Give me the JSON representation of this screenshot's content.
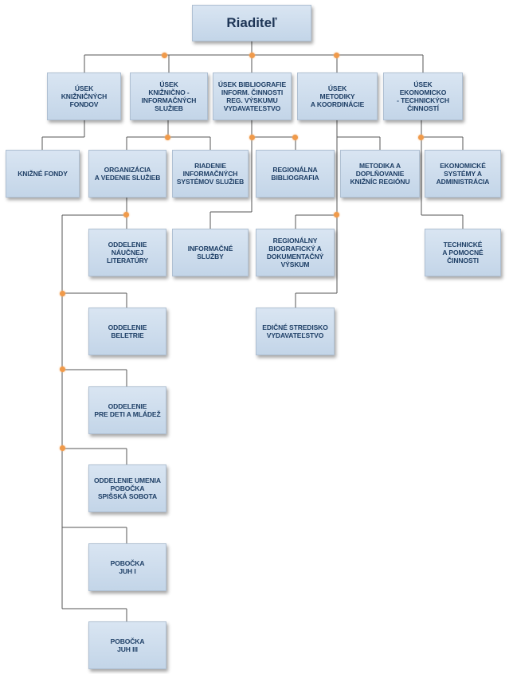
{
  "org_chart": {
    "root": "Riaditeľ",
    "units": {
      "fondy": "ÚSEK\nKNIŽNIČNÝCH\nFONDOV",
      "kis": "ÚSEK\nKNIŽNIČNO -\nINFORMAČNÝCH\nSLUŽIEB",
      "bib": "ÚSEK BIBLIOGRAFIE\nINFORM. ČINNOSTI\nREG. VÝSKUMU\nVYDAVATEĽSTVO",
      "met": "ÚSEK\nMETODIKY\nA KOORDINÁCIE",
      "eko": "ÚSEK\nEKONOMICKO\n- TECHNICKÝCH\nČINNOSTÍ"
    },
    "departments": {
      "knizne_fondy": "KNIŽNÉ FONDY",
      "organizacia": "ORGANIZÁCIA\nA VEDENIE SLUŽIEB",
      "riadenie": "RIADENIE\nINFORMAČNÝCH\nSYSTÉMOV SLUŽIEB",
      "regionalna": "REGIONÁLNA\nBIBLIOGRAFIA",
      "metodika": "METODIKA A\nDOPLŇOVANIE\nKNIŽNÍC REGIÓNU",
      "ekonomicke": "EKONOMICKÉ\nSYSTÉMY A\nADMINISTRÁCIA",
      "naucnej": "ODDELENIE\nNÁUČNEJ\nLITERATÚRY",
      "informacne": "INFORMAČNÉ\nSLUŽBY",
      "vyskum": "REGIONÁLNY\nBIOGRAFICKÝ A\nDOKUMENTAČNÝ\nVÝSKUM",
      "technicke": "TECHNICKÉ\nA POMOCNÉ\nČINNOSTI",
      "beletrie": "ODDELENIE\nBELETRIE",
      "edicne": "EDIČNÉ STREDISKO\nVYDAVATEĽSTVO",
      "deti": "ODDELENIE\nPRE DETI A MLÁDEŽ",
      "umenia": "ODDELENIE UMENIA\nPOBOČKA\nSPIŠSKÁ SOBOTA",
      "juh1": "POBOČKA\nJUH I",
      "juh3": "POBOČKA\nJUH III"
    },
    "colors": {
      "box_fill": "#c9d9ea",
      "box_text": "#1e3f66",
      "line": "#555555",
      "junction_dot": "#f09a4a"
    }
  }
}
